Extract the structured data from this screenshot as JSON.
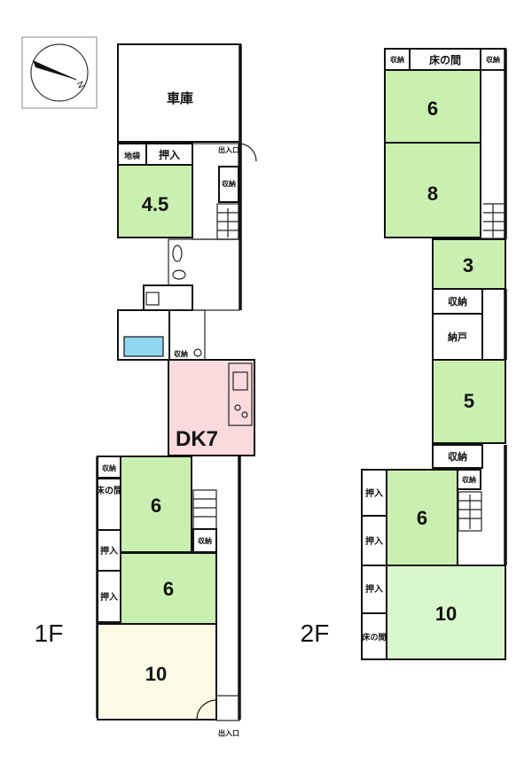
{
  "floors": {
    "first": "1F",
    "second": "2F"
  },
  "compass": {
    "label": "N"
  },
  "first_floor": {
    "garage": "車庫",
    "storage_ground": "地袋",
    "closet_oshiire": "押入",
    "room_4_5": "4.5",
    "entrance_top": "出入口",
    "storage_hall": "収納",
    "storage_bath": "収納",
    "dk": "DK7",
    "storage_west": "収納",
    "tokonoma": "床の間",
    "room_6a": "6",
    "storage_mid": "収納",
    "closet_a": "押入",
    "closet_b": "押入",
    "room_6b": "6",
    "room_10": "10",
    "entrance_bottom": "出入口"
  },
  "second_floor": {
    "storage_tl": "収納",
    "tokonoma_top": "床の間",
    "storage_tr": "収納",
    "room_6_top": "6",
    "room_8": "8",
    "room_3": "3",
    "storage_a": "収納",
    "nando": "納戸",
    "room_5": "5",
    "storage_b": "収納",
    "storage_c": "収納",
    "closet_a": "押入",
    "closet_b": "押入",
    "room_6": "6",
    "closet_c": "押入",
    "tokonoma_bottom": "床の間",
    "room_10": "10"
  },
  "colors": {
    "tatami": "#c9f0b0",
    "tatami_light": "#d9f7cc",
    "kitchen": "#fadadd",
    "western": "#fcfce6",
    "bath": "#8fd8f0"
  }
}
